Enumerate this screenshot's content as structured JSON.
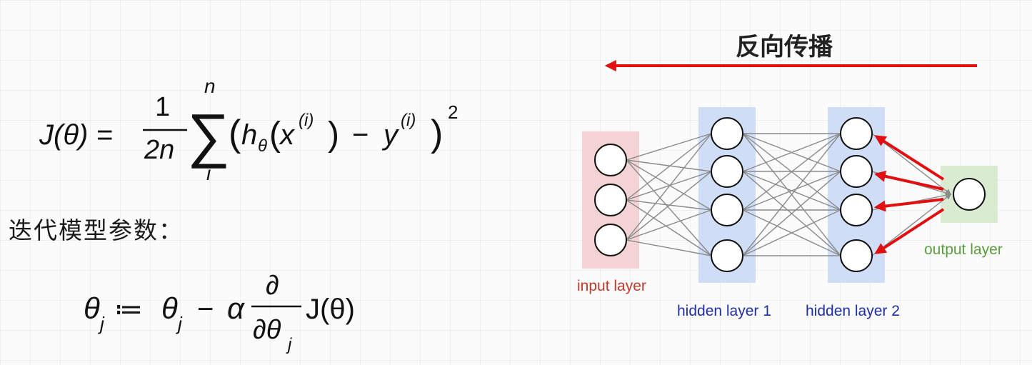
{
  "formulas": {
    "cost": {
      "lhs": "J(θ) =",
      "frac_num": "1",
      "frac_den": "2n",
      "sum_top": "n",
      "sum_bottom": "i",
      "sum_symbol": "∑",
      "open_paren": "(",
      "h": "h",
      "h_sub": "θ",
      "x_open": "(",
      "x": "x",
      "x_sup": "(i)",
      "x_close": ")",
      "minus": "−",
      "y": "y",
      "y_sup": "(i)",
      "close_paren": ")",
      "power": "2"
    },
    "update": {
      "theta": "θ",
      "sub_j": "j",
      "assign": "≔",
      "theta2": "θ",
      "sub_j2": "j",
      "minus": "−",
      "alpha": "α",
      "partial_num": "∂",
      "partial_den": "∂θ",
      "partial_den_sub": "j",
      "j_func": "J(θ)"
    }
  },
  "labels": {
    "iterate_params": "迭代模型参数：",
    "backprop_title": "反向传播"
  },
  "network": {
    "layers": [
      {
        "name": "input layer",
        "nodes": 3,
        "color": "#c0392b",
        "bg": "#f3d3d3"
      },
      {
        "name": "hidden layer 1",
        "nodes": 4,
        "color": "#1f2fa8",
        "bg": "#cfddf6"
      },
      {
        "name": "hidden layer 2",
        "nodes": 4,
        "color": "#1f2fa8",
        "bg": "#cfddf6"
      },
      {
        "name": "output layer",
        "nodes": 1,
        "color": "#5a9e3c",
        "bg": "#d9ecd2"
      }
    ],
    "arrow_color": "#e10f0f",
    "edge_color": "#8a8a8a"
  }
}
